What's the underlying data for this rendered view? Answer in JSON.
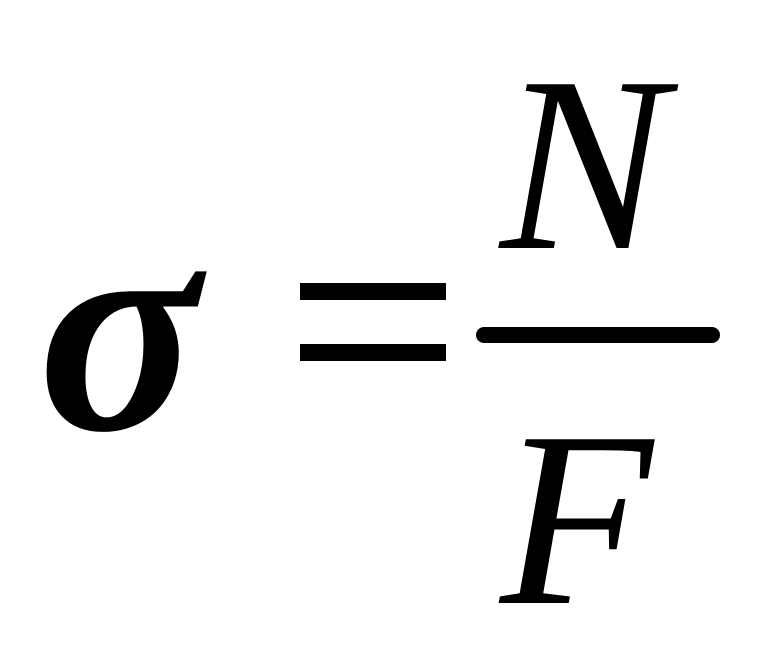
{
  "formula": {
    "lhs": "σ",
    "numerator": "N",
    "denominator": "F"
  }
}
